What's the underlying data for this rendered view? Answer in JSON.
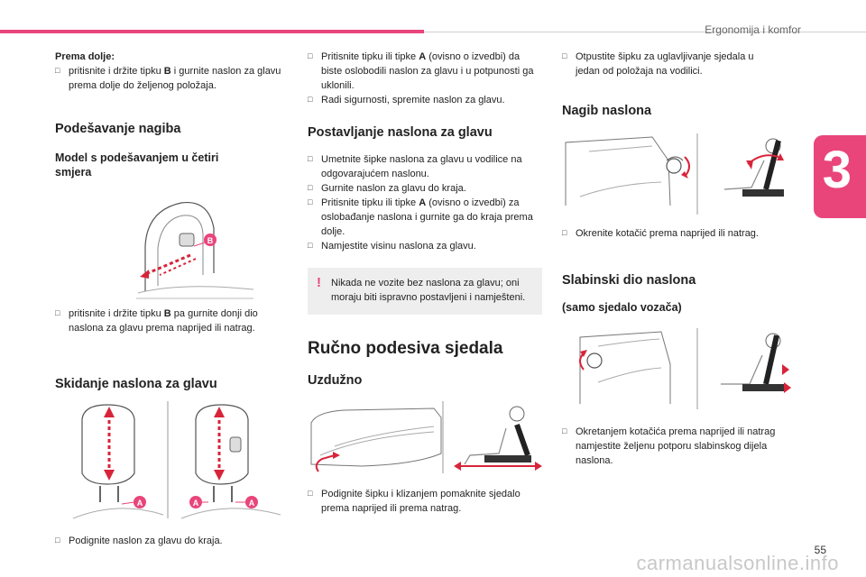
{
  "header": {
    "section": "Ergonomija i komfor",
    "chapter": "3"
  },
  "footer": {
    "page_number": "55",
    "watermark": "carmanualsonline.info"
  },
  "col1": {
    "down_title": "Prema dolje:",
    "down_bullet": "pritisnite i držite tipku",
    "down_key": "B",
    "down_bullet_tail": "i gurnite naslon za glavu prema dolje do željenog položaja.",
    "tilt_heading": "Podešavanje nagiba",
    "four_way_heading": "Model s podešavanjem u četiri smjera",
    "fig1_label": "B",
    "tilt_bullet": "pritisnite i držite tipku",
    "tilt_key": "B",
    "tilt_bullet_tail": "pa gurnite donji dio naslona za glavu prema naprijed ili natrag.",
    "remove_heading": "Skidanje naslona za glavu",
    "fig2_label_a1": "A",
    "fig2_label_a2": "A",
    "fig2_label_a3": "A",
    "remove_bullet": "Podignite naslon za glavu do kraja."
  },
  "col2": {
    "b1": "Pritisnite tipku ili tipke",
    "b1_key": "A",
    "b1_tail": "(ovisno o izvedbi) da biste oslobodili naslon za glavu i u potpunosti ga uklonili.",
    "b2": "Radi sigurnosti, spremite naslon za glavu.",
    "install_heading": "Postavljanje naslona za glavu",
    "i1": "Umetnite šipke naslona za glavu u vodilice na odgovarajućem naslonu.",
    "i2": "Gurnite naslon za glavu do kraja.",
    "i3": "Pritisnite tipku ili tipke",
    "i3_key": "A",
    "i3_tail": "(ovisno o izvedbi) za oslobađanje naslona i gurnite ga do kraja prema dolje.",
    "i4": "Namjestite visinu naslona za glavu.",
    "warning_mark": "!",
    "warning": "Nikada ne vozite bez naslona za glavu; oni moraju biti ispravno postavljeni i namješteni.",
    "manual_heading": "Ručno podesiva sjedala",
    "longitudinal_heading": "Uzdužno",
    "long_bullet": "Podignite šipku i klizanjem pomaknite sjedalo prema naprijed ili prema natrag."
  },
  "col3": {
    "release_bullet": "Otpustite šipku za uglavljivanje sjedala u jedan od položaja na vodilici.",
    "backrest_heading": "Nagib naslona",
    "backrest_bullet": "Okrenite kotačić prema naprijed ili natrag.",
    "lumbar_heading": "Slabinski dio naslona",
    "driver_only_heading": "(samo sjedalo vozača)",
    "lumbar_bullet": "Okretanjem kotačića prema naprijed ili natrag namjestite željenu potporu slabinskog dijela naslona."
  },
  "colors": {
    "accent": "#e9457b",
    "arrow_red": "#d8243a",
    "line_gray": "#9a9a9a",
    "box_bg": "#eeeeee"
  }
}
